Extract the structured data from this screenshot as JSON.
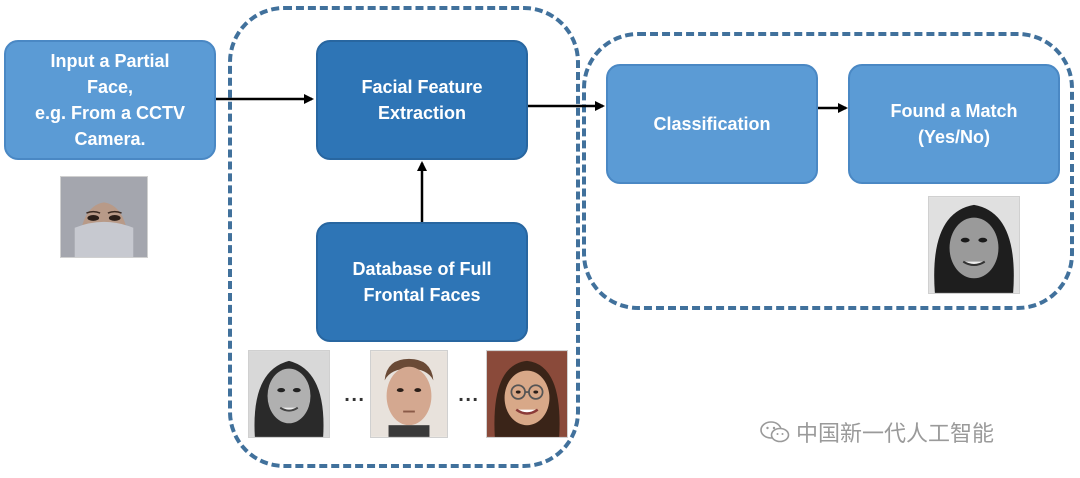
{
  "nodes": {
    "input": "Input a Partial\nFace,\ne.g. From a CCTV\nCamera.",
    "extraction": "Facial Feature\nExtraction",
    "database": "Database of Full\nFrontal Faces",
    "classification": "Classification",
    "match": "Found a Match\n(Yes/No)"
  },
  "ellipsis": [
    "...",
    "..."
  ],
  "watermark": "中国新一代人工智能",
  "icons": {
    "partial_face": "veiled-face-photo",
    "match_face": "female-face-photo",
    "database_faces": [
      "female-face-photo",
      "male-face-photo",
      "female-glasses-face-photo"
    ],
    "watermark": "wechat-icon"
  },
  "colors": {
    "light_box": "#5b9bd5",
    "dark_box": "#2e75b6",
    "dashed_border": "#41719c",
    "arrow": "#000000"
  }
}
